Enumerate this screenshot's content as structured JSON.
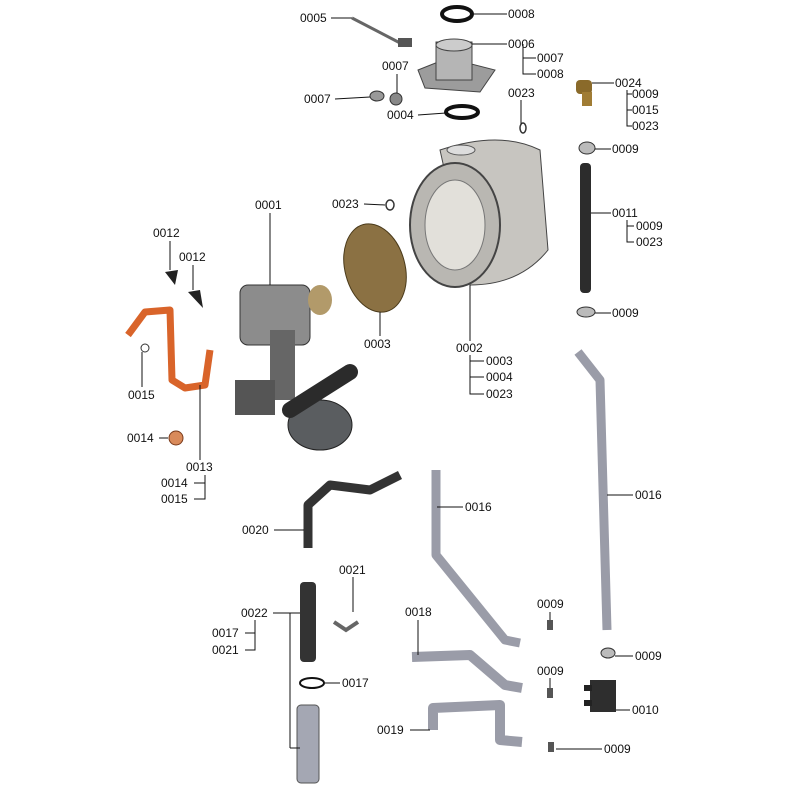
{
  "labels": [
    "0005",
    "0008",
    "0006",
    "0007",
    "0008",
    "0024",
    "0009",
    "0015",
    "0023",
    "0007",
    "0007",
    "0023",
    "0004",
    "0009",
    "0011",
    "0009",
    "0023",
    "0001",
    "0023",
    "0012",
    "0012",
    "0009",
    "0003",
    "0002",
    "0003",
    "0004",
    "0023",
    "0015",
    "0014",
    "0013",
    "0014",
    "0015",
    "0016",
    "0016",
    "0020",
    "0021",
    "0009",
    "0022",
    "0017",
    "0021",
    "0018",
    "0009",
    "0009",
    "0017",
    "0010",
    "0019",
    "0009"
  ],
  "colors": {
    "copper": "#d9642a",
    "metal": "#a9a9ad",
    "dark": "#3a3a3a",
    "brass": "#8a6a2a",
    "tube": "#9a9ca8"
  }
}
